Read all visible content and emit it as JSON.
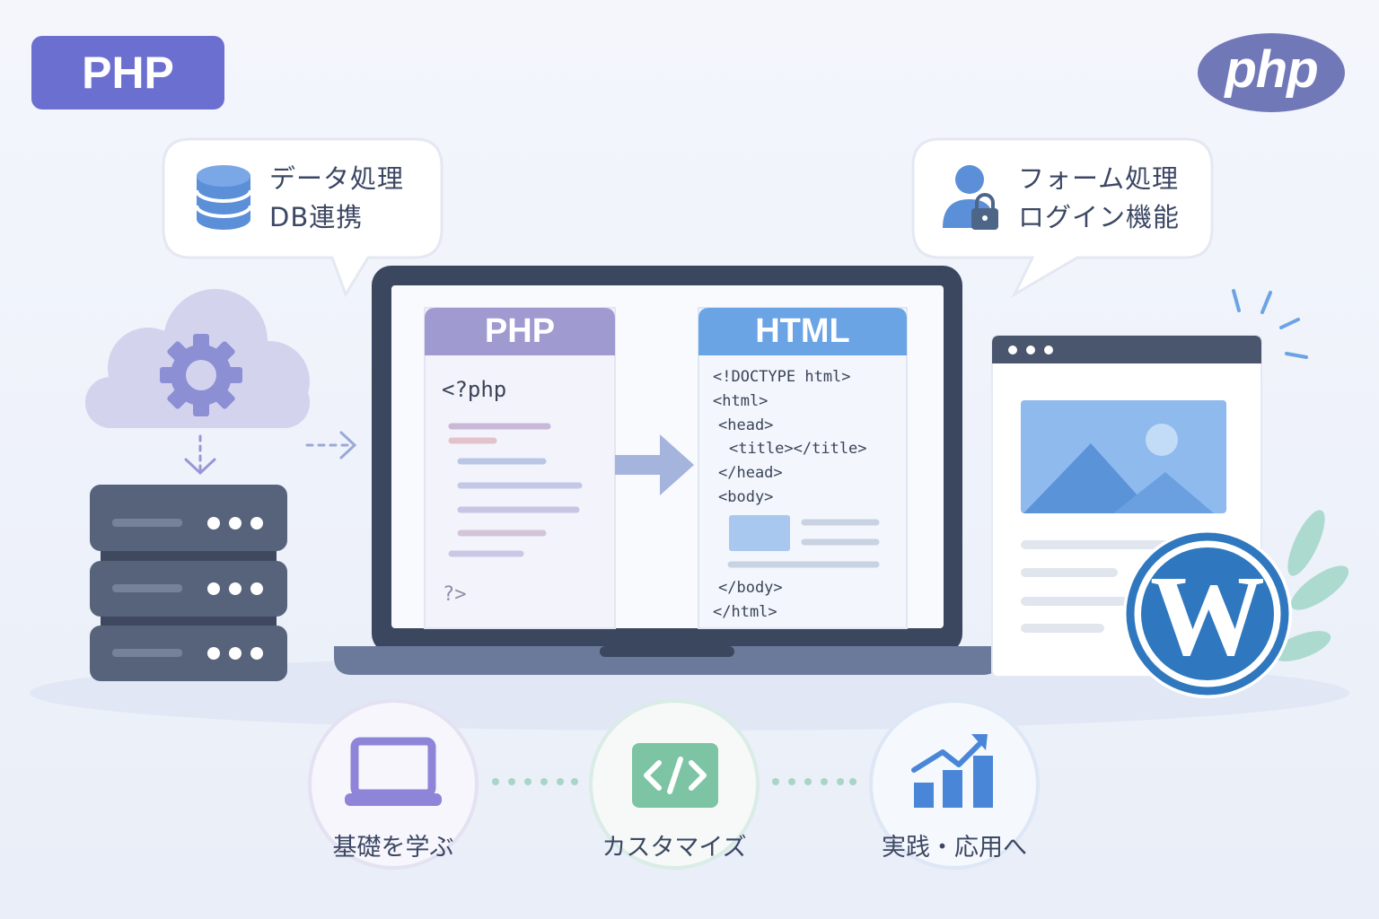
{
  "badge": {
    "label": "PHP"
  },
  "logo": {
    "label": "php"
  },
  "bubbles": {
    "left": {
      "line1": "データ処理",
      "line2": "DB連携"
    },
    "right": {
      "line1": "フォーム処理",
      "line2": "ログイン機能"
    }
  },
  "php_panel": {
    "title": "PHP",
    "open_tag": "<?php",
    "close_tag": "?>"
  },
  "html_panel": {
    "title": "HTML",
    "lines": [
      "<!DOCTYPE html>",
      "<html>",
      "<head>",
      "<title></title>",
      "</head>",
      "<body>",
      "</body>",
      "</html>"
    ]
  },
  "steps": [
    {
      "label": "基礎を学ぶ",
      "icon": "laptop-icon",
      "color": "#8f85d8"
    },
    {
      "label": "カスタマイズ",
      "icon": "code-icon",
      "color": "#7cc4a4"
    },
    {
      "label": "実践・応用へ",
      "icon": "growth-chart-icon",
      "color": "#4a86d8"
    }
  ],
  "colors": {
    "badge": "#6b6fd0",
    "php_logo": "#7178b8",
    "php_header": "#9f9ad0",
    "html_header": "#6aa4e4",
    "wordpress": "#2f78bf",
    "server": "#57637b"
  }
}
